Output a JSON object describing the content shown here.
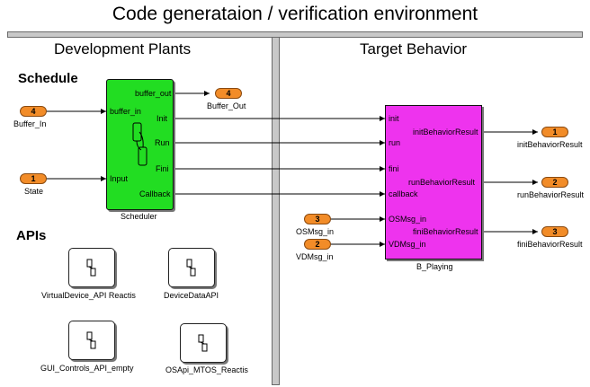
{
  "title": "Code generataion / verification environment",
  "left_header": "Development Plants",
  "right_header": "Target Behavior",
  "schedule_label": "Schedule",
  "apis_label": "APIs",
  "scheduler": {
    "name": "Scheduler",
    "inputs": [
      "buffer_in",
      "Input"
    ],
    "outputs": [
      "buffer_out",
      "Init",
      "Run",
      "Fini",
      "Callback"
    ]
  },
  "playing": {
    "name": "B_Playing",
    "inputs": [
      "init",
      "run",
      "fini",
      "callback",
      "OSMsg_in",
      "VDMsg_in"
    ],
    "outputs": [
      "initBehaviorResult",
      "runBehaviorResult",
      "finiBehaviorResult"
    ]
  },
  "inports": [
    {
      "num": "4",
      "label": "Buffer_In"
    },
    {
      "num": "1",
      "label": "State"
    },
    {
      "num": "3",
      "label": "OSMsg_in"
    },
    {
      "num": "2",
      "label": "VDMsg_in"
    }
  ],
  "outports": [
    {
      "num": "4",
      "label": "Buffer_Out"
    },
    {
      "num": "1",
      "label": "initBehaviorResult"
    },
    {
      "num": "2",
      "label": "runBehaviorResult"
    },
    {
      "num": "3",
      "label": "finiBehaviorResult"
    }
  ],
  "api_blocks": [
    {
      "label": "VirtualDevice_API Reactis"
    },
    {
      "label": "DeviceDataAPI"
    },
    {
      "label": "GUI_Controls_API_empty"
    },
    {
      "label": "OSApi_MTOS_Reactis"
    }
  ],
  "colors": {
    "scheduler_fill": "#22dd22",
    "playing_fill": "#ee33ee",
    "port_fill": "#f28c28"
  }
}
